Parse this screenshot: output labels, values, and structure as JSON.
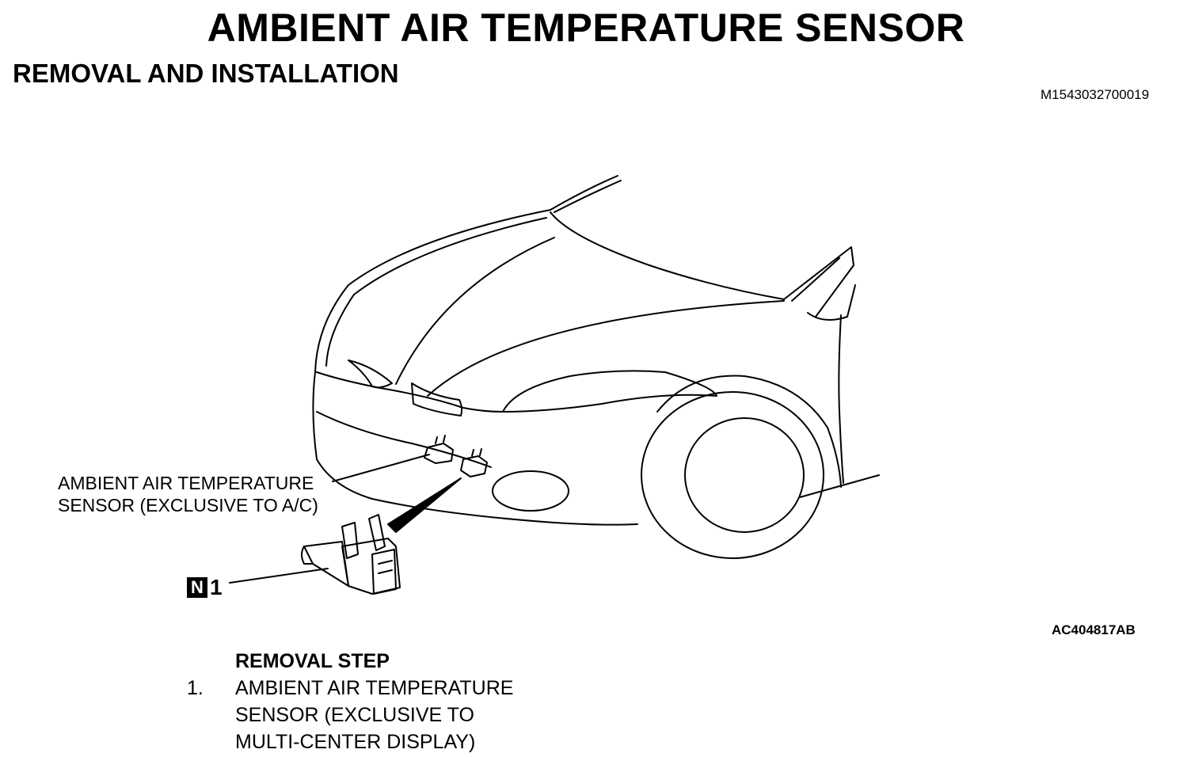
{
  "header": {
    "title": "AMBIENT AIR TEMPERATURE SENSOR",
    "subtitle": "REMOVAL AND INSTALLATION",
    "doc_id": "M1543032700019"
  },
  "figure": {
    "figure_id": "AC404817AB",
    "callout": [
      "AMBIENT AIR TEMPERATURE",
      "SENSOR (EXCLUSIVE TO A/C)"
    ],
    "part_badge": "N",
    "part_number": "1"
  },
  "removal": {
    "heading": "REMOVAL STEP",
    "steps": [
      {
        "number": "1.",
        "lines": [
          "AMBIENT AIR TEMPERATURE",
          "SENSOR (EXCLUSIVE TO",
          "MULTI-CENTER DISPLAY)"
        ]
      }
    ]
  }
}
